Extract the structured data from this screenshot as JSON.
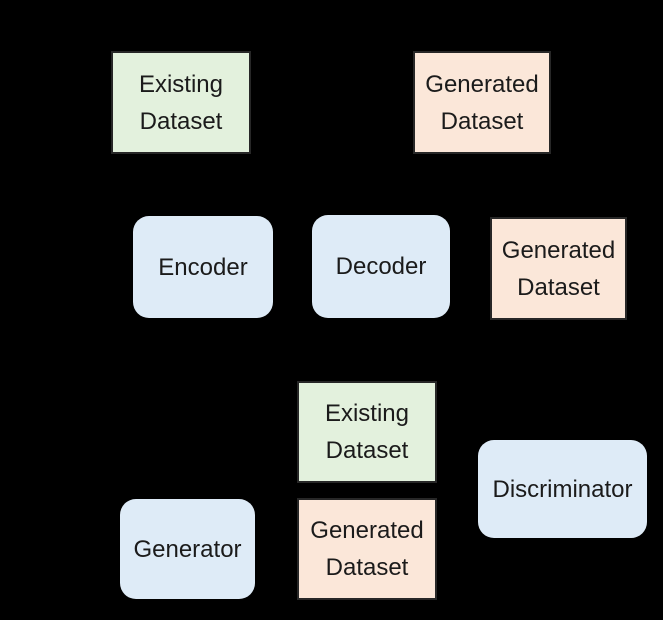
{
  "diagram": {
    "background_color": "#000000",
    "colors": {
      "existing_dataset_fill": "#e3f1dd",
      "generated_dataset_fill": "#fbe7d9",
      "module_fill": "#deebf7",
      "square_border": "#272727",
      "text": "#1b1b1b"
    },
    "nodes": {
      "existing_top": {
        "label": "Existing Dataset"
      },
      "generated_top": {
        "label": "Generated Dataset"
      },
      "encoder": {
        "label": "Encoder"
      },
      "decoder": {
        "label": "Decoder"
      },
      "generated_mid": {
        "label": "Generated Dataset"
      },
      "existing_bottom": {
        "label": "Existing Dataset"
      },
      "generated_bottom": {
        "label": "Generated Dataset"
      },
      "generator": {
        "label": "Generator"
      },
      "discriminator": {
        "label": "Discriminator"
      }
    }
  }
}
